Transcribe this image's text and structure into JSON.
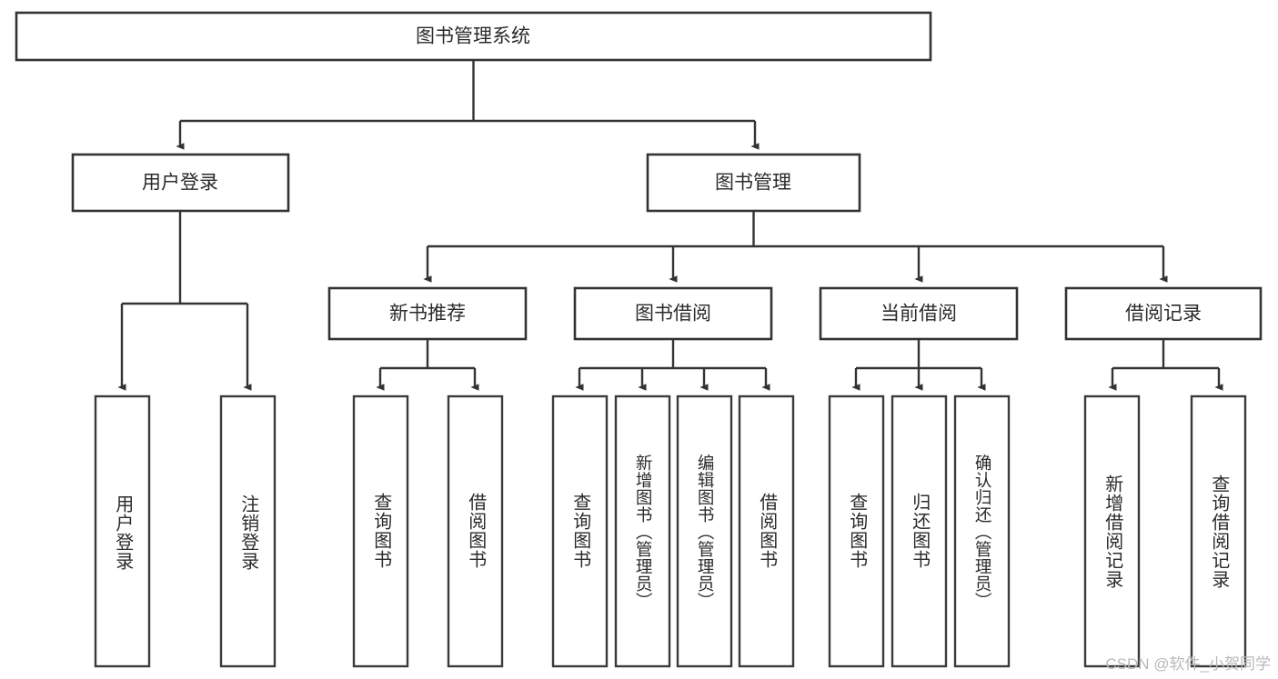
{
  "diagram": {
    "type": "tree-hierarchy",
    "title": "图书管理系统",
    "root": {
      "id": "root",
      "label": "图书管理系统"
    },
    "level2": [
      {
        "id": "user-login",
        "label": "用户登录"
      },
      {
        "id": "book-manage",
        "label": "图书管理"
      }
    ],
    "level3": [
      {
        "id": "new-book-rec",
        "label": "新书推荐",
        "parent": "book-manage"
      },
      {
        "id": "book-borrow",
        "label": "图书借阅",
        "parent": "book-manage"
      },
      {
        "id": "current-borrow",
        "label": "当前借阅",
        "parent": "book-manage"
      },
      {
        "id": "borrow-record",
        "label": "借阅记录",
        "parent": "book-manage"
      }
    ],
    "leaves": {
      "user-login": [
        {
          "id": "leaf-user-login",
          "label": "用户登录"
        },
        {
          "id": "leaf-logout",
          "label": "注销登录"
        }
      ],
      "new-book-rec": [
        {
          "id": "leaf-query-book-1",
          "label": "查询图书"
        },
        {
          "id": "leaf-borrow-book-1",
          "label": "借阅图书"
        }
      ],
      "book-borrow": [
        {
          "id": "leaf-query-book-2",
          "label": "查询图书"
        },
        {
          "id": "leaf-add-book",
          "label": "新增图书（管理员）"
        },
        {
          "id": "leaf-edit-book",
          "label": "编辑图书（管理员）"
        },
        {
          "id": "leaf-borrow-book-2",
          "label": "借阅图书"
        }
      ],
      "current-borrow": [
        {
          "id": "leaf-query-book-3",
          "label": "查询图书"
        },
        {
          "id": "leaf-return-book",
          "label": "归还图书"
        },
        {
          "id": "leaf-confirm-return",
          "label": "确认归还（管理员）"
        }
      ],
      "borrow-record": [
        {
          "id": "leaf-add-record",
          "label": "新增借阅记录"
        },
        {
          "id": "leaf-query-record",
          "label": "查询借阅记录"
        }
      ]
    }
  },
  "watermark": {
    "text": "CSDN @软件_小贺同学"
  },
  "colors": {
    "stroke": "#333333",
    "fill": "#ffffff",
    "text": "#2b2b2b",
    "watermark": "#b9b9b9"
  }
}
